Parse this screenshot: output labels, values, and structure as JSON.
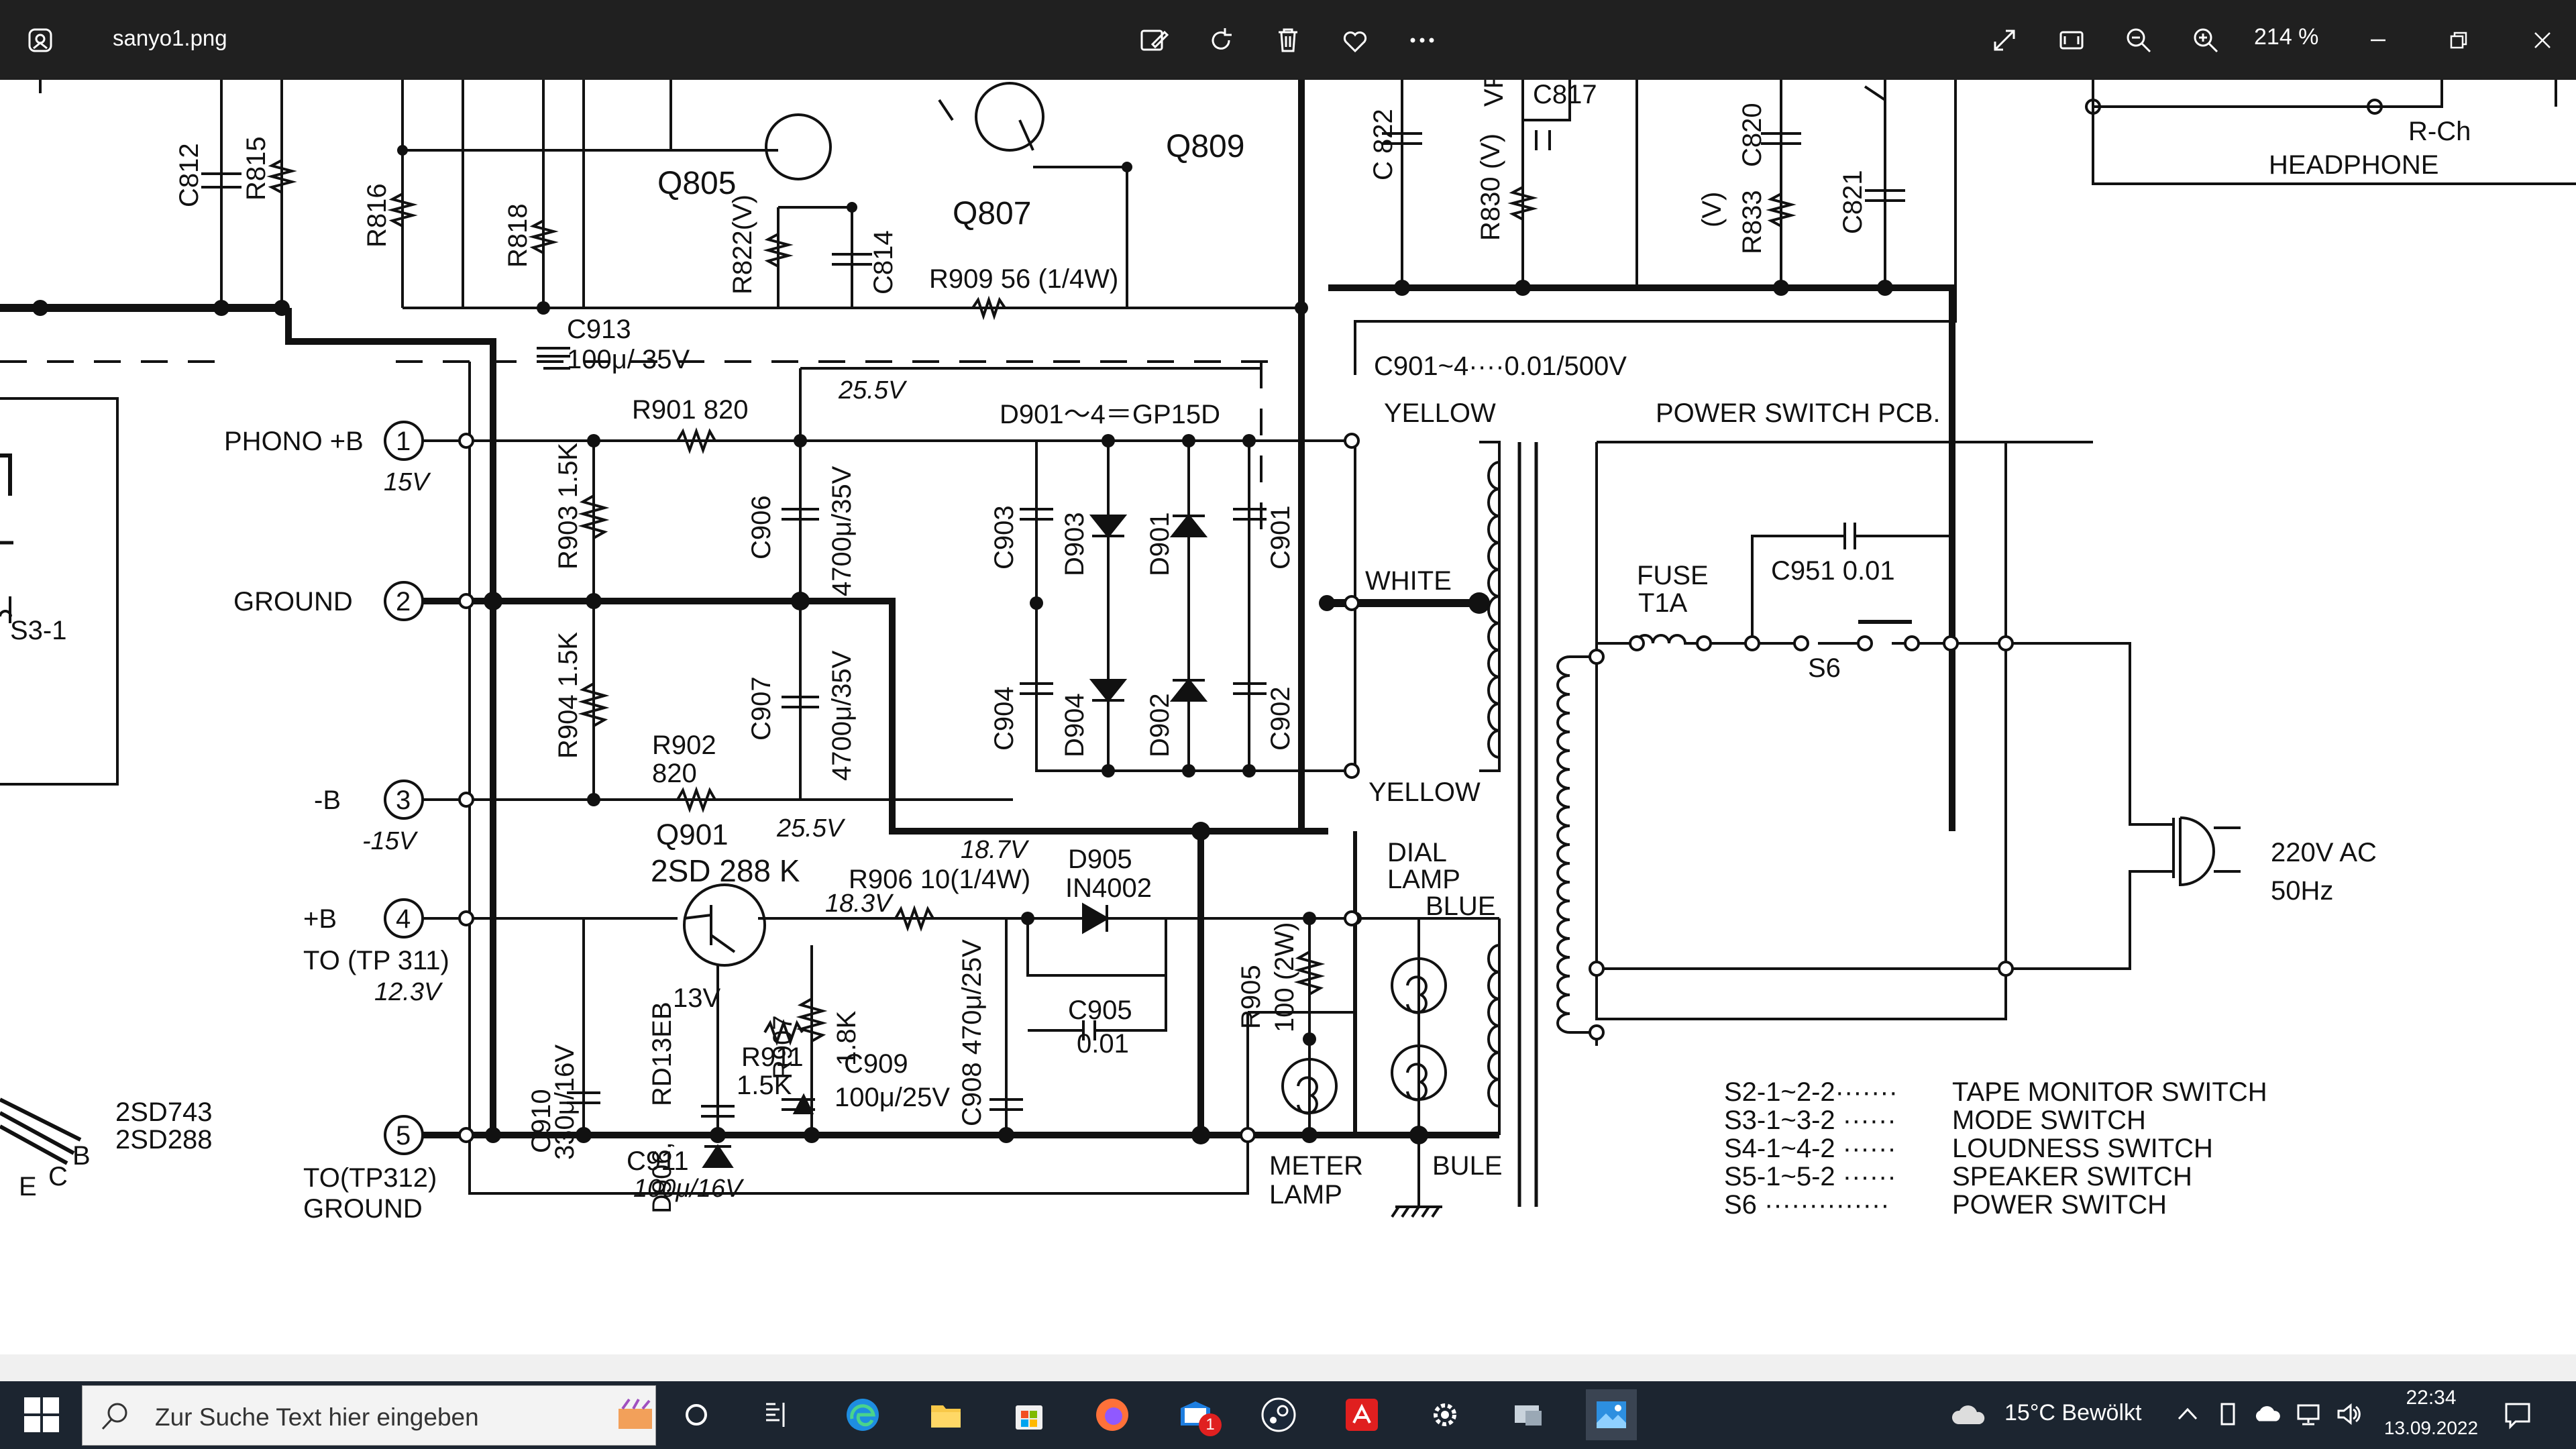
{
  "titlebar": {
    "filename": "sanyo1.png",
    "zoom": "214 %",
    "icons": [
      "photos-app-icon",
      "edit-image-icon",
      "rotate-icon",
      "delete-icon",
      "favorite-icon",
      "more-icon",
      "fullscreen-icon",
      "fit-window-icon",
      "zoom-out-icon",
      "zoom-in-icon"
    ],
    "window_controls": [
      "minimize-icon",
      "restore-icon",
      "close-icon"
    ]
  },
  "schematic": {
    "components_top": [
      "C812",
      "R815",
      "R816",
      "R818",
      "Q805",
      "R822(V)",
      "C814",
      "Q807",
      "Q809",
      "R909 56 (1/4W)",
      "C913",
      "100μ/ 35V",
      "C 822",
      "R830 (V)",
      "VR",
      "C817",
      "(V)",
      "R833",
      "C820",
      "C821",
      "R-Ch",
      "HEADPHONE"
    ],
    "supply": [
      "C901~4····0.01/500V",
      "D901～4＝GP15D",
      "R901  820",
      "25.5V",
      "R903 1.5K",
      "R904 1.5K",
      "C906",
      "4700μ/35V",
      "C907",
      "4700μ/35V",
      "C903",
      "D903",
      "D901",
      "C901",
      "C904",
      "D904",
      "D902",
      "C902",
      "R902",
      "820",
      "25.5V",
      "Q901",
      "2SD 288 K",
      "R906 10(1/4W)",
      "18.7V",
      "18.3V",
      "D905",
      "IN4002",
      "C905",
      "0.01",
      "R905",
      "100 (2W)",
      "C910",
      "330μ/16V",
      "RD13EB",
      "D906,",
      "13V",
      "R907",
      "1.8K",
      "R911",
      "1.5K",
      "C909",
      "100μ/25V",
      "C908 470μ/25V",
      "C911",
      "100μ/16V"
    ],
    "connector": {
      "pins": [
        "1",
        "2",
        "3",
        "4",
        "5"
      ],
      "labels": [
        "PHONO +B",
        "15V",
        "GROUND",
        "-B",
        "-15V",
        "+B",
        "TO (TP 311)",
        "12.3V",
        "TO(TP312)",
        "GROUND"
      ]
    },
    "left_misc": [
      "S3-1",
      "2SD743",
      "2SD288",
      "B",
      "E",
      "C"
    ],
    "transformer": [
      "YELLOW",
      "WHITE",
      "YELLOW",
      "DIAL",
      "LAMP",
      "BLUE",
      "METER",
      "LAMP",
      "BULE"
    ],
    "power_switch": [
      "POWER SWITCH  PCB.",
      "FUSE",
      "T1A",
      "C951 0.01",
      "S6",
      "220V AC",
      "50Hz"
    ],
    "legend": [
      {
        "code": "S2-1~2-2·······",
        "name": "TAPE MONITOR  SWITCH"
      },
      {
        "code": "S3-1~3-2 ······",
        "name": "MODE  SWITCH"
      },
      {
        "code": "S4-1~4-2 ······",
        "name": "LOUDNESS  SWITCH"
      },
      {
        "code": "S5-1~5-2 ······",
        "name": "SPEAKER  SWITCH"
      },
      {
        "code": "S6 ··············",
        "name": "POWER  SWITCH"
      }
    ]
  },
  "taskbar": {
    "search_placeholder": "Zur Suche Text hier eingeben",
    "apps": [
      "task-view-icon",
      "multitasking-icon",
      "edge-icon",
      "file-explorer-icon",
      "store-icon",
      "firefox-icon",
      "mail-icon",
      "steam-icon",
      "acrobat-icon",
      "settings-icon",
      "devices-icon",
      "photos-icon"
    ],
    "notification_count": "1",
    "weather": "15°C  Bewölkt",
    "time": "22:34",
    "date": "13.09.2022"
  },
  "colors": {
    "titlebar": "#202020",
    "taskbar": "#1c2530",
    "schematic_ink": "#111111"
  }
}
